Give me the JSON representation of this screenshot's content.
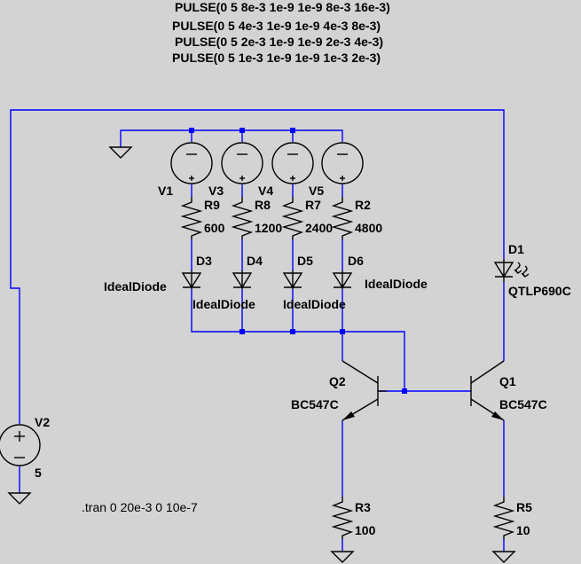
{
  "pulses": [
    "PULSE(0 5 8e-3 1e-9 1e-9 8e-3 16e-3)",
    "PULSE(0 5 4e-3 1e-9 1e-9 4e-3 8e-3)",
    "PULSE(0 5 2e-3 1e-9 1e-9 2e-3 4e-3)",
    "PULSE(0 5 1e-3 1e-9 1e-9 1e-3 2e-3)"
  ],
  "sources": {
    "v1": {
      "name": "V1"
    },
    "v3": {
      "name": "V3"
    },
    "v4": {
      "name": "V4"
    },
    "v5": {
      "name": "V5"
    },
    "v2": {
      "name": "V2",
      "value": "5"
    }
  },
  "resistors": {
    "r9": {
      "name": "R9",
      "value": "600"
    },
    "r8": {
      "name": "R8",
      "value": "1200"
    },
    "r7": {
      "name": "R7",
      "value": "2400"
    },
    "r2": {
      "name": "R2",
      "value": "4800"
    },
    "r3": {
      "name": "R3",
      "value": "100"
    },
    "r5": {
      "name": "R5",
      "value": "10"
    }
  },
  "diodes": {
    "d3": {
      "name": "D3",
      "model": "IdealDiode"
    },
    "d4": {
      "name": "D4",
      "model": "IdealDiode"
    },
    "d5": {
      "name": "D5",
      "model": "IdealDiode"
    },
    "d6": {
      "name": "D6",
      "model": "IdealDiode"
    },
    "d1": {
      "name": "D1",
      "model": "QTLP690C"
    }
  },
  "transistors": {
    "q2": {
      "name": "Q2",
      "model": "BC547C"
    },
    "q1": {
      "name": "Q1",
      "model": "BC547C"
    }
  },
  "directive": ".tran 0 20e-3 0 10e-7",
  "colors": {
    "background": "#d3d3d3",
    "wire": "#0000ff",
    "component": "#000000"
  }
}
